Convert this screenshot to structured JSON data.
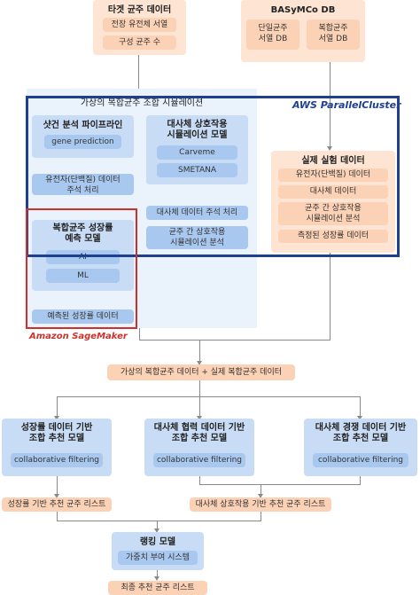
{
  "target_db": {
    "title": "타겟 균주 데이터",
    "items": [
      "전장 유전체 서열",
      "구성 균주 수"
    ]
  },
  "basymco_db": {
    "title": "BASyMCo DB",
    "items": [
      "단일균주\n서열 DB",
      "복합균주\n서열 DB"
    ]
  },
  "simulation": {
    "title": "가상의 복합균주 조합 시뮬레이션",
    "pipeline_title": "샷건 분석 파이프라인",
    "pipeline_item": "gene prediction",
    "annotation": "유전자(단백질) 데이터\n주석 처리",
    "growth_title": "복합균주 성장률\n예측 모델",
    "growth_items": [
      "AI",
      "ML"
    ],
    "growth_output": "예측된 성장률 데이터",
    "metabolic_title": "대사체 상호작용\n시뮬레이션 모델",
    "metabolic_items": [
      "Carveme",
      "SMETANA"
    ],
    "metabolic_annotation": "대사체 데이터 주석 처리",
    "metabolic_analysis": "균주 간 상호작용\n시뮬레이션 분석"
  },
  "aws": {
    "parallelcluster": "AWS ParallelCluster",
    "sagemaker": "Amazon SageMaker"
  },
  "experiment": {
    "title": "실제 실험 데이터",
    "items": [
      "유전자(단백질) 데이터",
      "대사체 데이터",
      "균주 간 상호작용\n시뮬레이션 분석",
      "측정된 성장률 데이터"
    ]
  },
  "combined": "가상의 복합균주 데이터 + 실제 복합균주 데이터",
  "models": [
    {
      "title": "성장률 데이터 기반\n조합 추천 모델",
      "item": "collaborative filtering"
    },
    {
      "title": "대사체 협력 데이터 기반\n조합 추천 모델",
      "item": "collaborative filtering"
    },
    {
      "title": "대사체 경쟁 데이터 기반\n조합 추천 모델",
      "item": "collaborative filtering"
    }
  ],
  "lists": [
    "성장률 기반 추천 균주 리스트",
    "대사체 상호작용 기반 추천 균주 리스트"
  ],
  "ranking": {
    "title": "랭킹 모델",
    "item": "가중치 부여 시스템"
  },
  "final": "최종 추천 균주 리스트",
  "colors": {
    "orange_bg": "#fde4d3",
    "orange_pill": "#fcd2b6",
    "blue_bg": "#c9dcf5",
    "blue_pill": "#a9c8ef",
    "aws_border": "#1f3f8f",
    "sagemaker_border": "#d0302a"
  }
}
